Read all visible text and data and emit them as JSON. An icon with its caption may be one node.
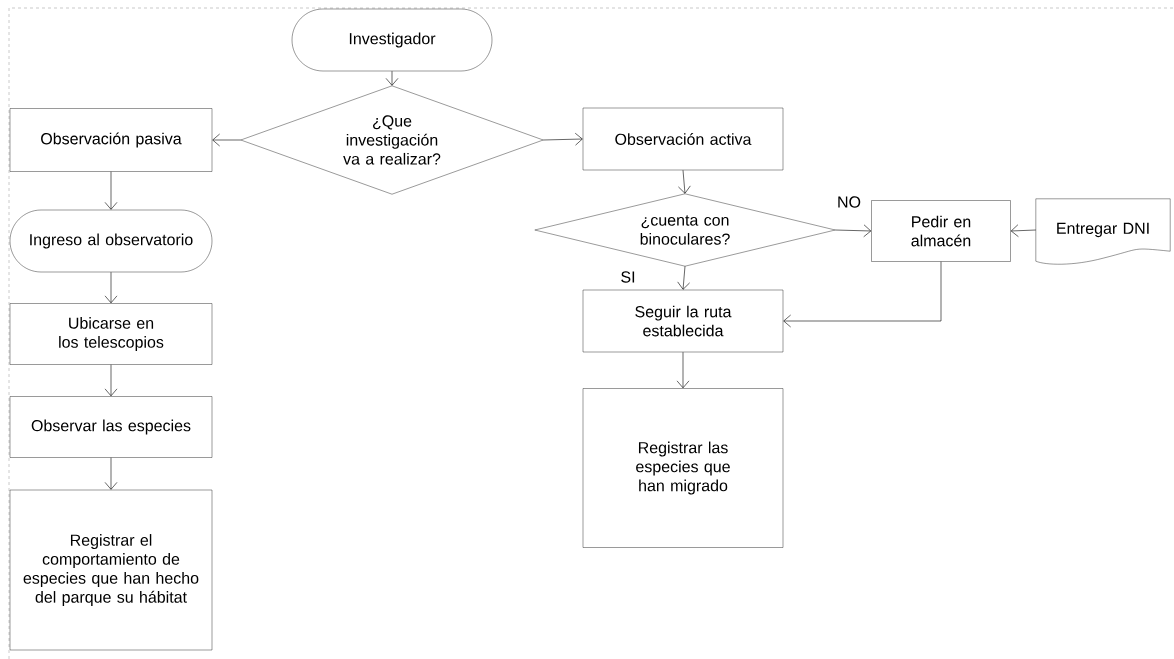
{
  "diagram": {
    "nodes": [
      {
        "text": [
          "Investigador"
        ]
      },
      {
        "text": [
          "¿Que investigación va a realizar?"
        ]
      },
      {
        "text": [
          "Observación pasiva"
        ]
      },
      {
        "text": [
          "Observación activa"
        ]
      },
      {
        "text": [
          "Ingreso al observatorio"
        ]
      },
      {
        "text": [
          "¿cuenta con binoculares?"
        ]
      },
      {
        "text": [
          "Pedir en almacén"
        ]
      },
      {
        "text": [
          "Entregar DNI"
        ]
      },
      {
        "text": [
          "Ubicarse en los telescopios"
        ]
      },
      {
        "text": [
          "Seguir la ruta establecida"
        ]
      },
      {
        "text": [
          "Observar las especies"
        ]
      },
      {
        "text": [
          "Registrar el comportamiento de especies que han hecho del parque su hábitat"
        ]
      },
      {
        "text": [
          "Registrar las especies que han migrado"
        ]
      }
    ],
    "edges": [
      {
        "from": 0,
        "to": 1,
        "arrow": "to"
      },
      {
        "from": 1,
        "to": 2,
        "arrow": "to"
      },
      {
        "from": 1,
        "to": 3,
        "arrow": "to"
      },
      {
        "from": 2,
        "to": 4,
        "arrow": "to"
      },
      {
        "from": 4,
        "to": 8,
        "arrow": "to"
      },
      {
        "from": 8,
        "to": 10,
        "arrow": "to"
      },
      {
        "from": 10,
        "to": 11,
        "arrow": "to"
      },
      {
        "from": 3,
        "to": 5,
        "arrow": "to"
      },
      {
        "from": 5,
        "to": 6,
        "arrow": "to",
        "label": "NO"
      },
      {
        "from": 7,
        "to": 6,
        "arrow": "to"
      },
      {
        "from": 5,
        "to": 9,
        "arrow": "to",
        "label": "SI"
      },
      {
        "from": 6,
        "to": 9,
        "arrow": "to"
      },
      {
        "from": 9,
        "to": 12,
        "arrow": "to"
      }
    ]
  }
}
